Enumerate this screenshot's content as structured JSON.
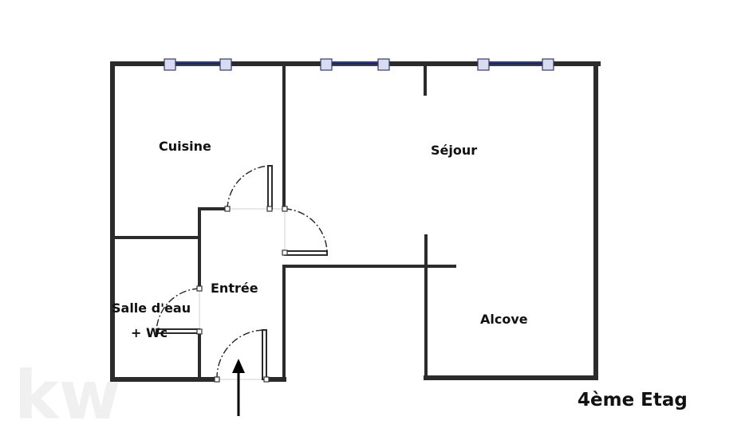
{
  "rooms": {
    "kitchen": "Cuisine",
    "living": "Séjour",
    "entrance": "Entrée",
    "bathroom_line1": "Salle d'eau",
    "bathroom_line2": "+ Wc",
    "alcove": "Alcove"
  },
  "floor_label": "4ème Etag",
  "watermark": "kw",
  "colors": {
    "wall": "#2b2b2b",
    "window": "#3344aa",
    "background": "#ffffff"
  }
}
